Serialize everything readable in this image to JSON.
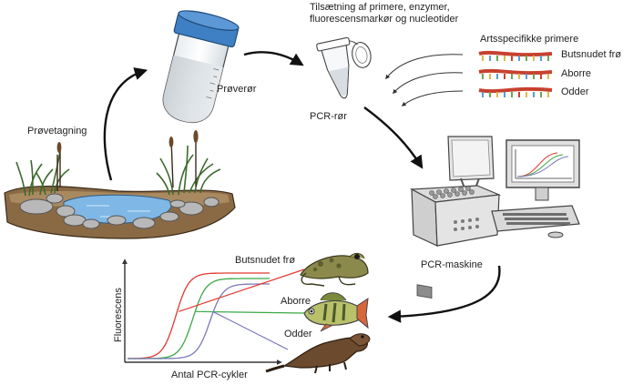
{
  "labels": {
    "sampling": "Prøvetagning",
    "sample_tube": "Prøverør",
    "addition": "Tilsætning af primere, enzymer, fluorescensmarkør og nucleotider",
    "pcr_tube": "PCR-rør",
    "species_primers": "Artsspecifikke primere",
    "primer_1": "Butsnudet frø",
    "primer_2": "Aborre",
    "primer_3": "Odder",
    "pcr_machine": "PCR-maskine",
    "result_1": "Butsnudet frø",
    "result_2": "Aborre",
    "result_3": "Odder"
  },
  "chart_data": {
    "type": "line",
    "xlabel": "Antal PCR-cykler",
    "ylabel": "Fluorescens",
    "series": [
      {
        "name": "Butsnudet frø",
        "color": "#e03a2f",
        "midpoint": 0.34
      },
      {
        "name": "Aborre",
        "color": "#3aa844",
        "midpoint": 0.46
      },
      {
        "name": "Odder",
        "color": "#7a7ab8",
        "midpoint": 0.58
      }
    ]
  },
  "colors": {
    "water": "#7fb7e6",
    "cap": "#3f7fc4",
    "rock": "#b8b8b8",
    "soil": "#8a6a45",
    "grass": "#4f7a3a",
    "arrow": "#111111",
    "primer_red": "#c8412f"
  }
}
